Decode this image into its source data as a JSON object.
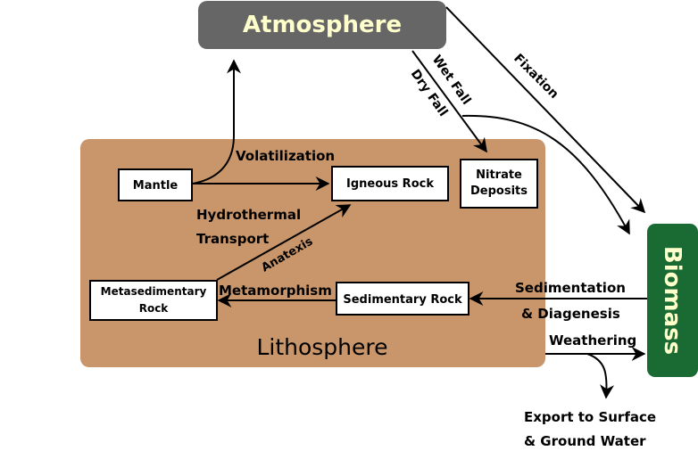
{
  "nodes": {
    "atmosphere": "Atmosphere",
    "biomass": "Biomass",
    "lithosphere": "Lithosphere",
    "mantle": "Mantle",
    "igneous_rock": "Igneous Rock",
    "nitrate_deposits_line1": "Nitrate",
    "nitrate_deposits_line2": "Deposits",
    "metasedimentary_rock_line1": "Metasedimentary",
    "metasedimentary_rock_line2": "Rock",
    "sedimentary_rock": "Sedimentary Rock",
    "export_line1": "Export to Surface",
    "export_line2": "& Ground Water"
  },
  "labels": {
    "volatilization": "Volatilization",
    "hydrothermal_line1": "Hydrothermal",
    "hydrothermal_line2": "Transport",
    "anatexis": "Anatexis",
    "metamorphism": "Metamorphism",
    "sedimentation_line1": "Sedimentation",
    "sedimentation_line2": "& Diagenesis",
    "weathering": "Weathering",
    "wet_fall": "Wet Fall",
    "dry_fall": "Dry Fall",
    "fixation": "Fixation"
  },
  "colors": {
    "atmosphere_fill": "#666666",
    "atmosphere_text": "#ffffcc",
    "biomass_fill": "#1a6b33",
    "biomass_text": "#ffffcc",
    "lithosphere_fill": "#c8966a",
    "box_fill": "#ffffff",
    "line": "#000000"
  }
}
